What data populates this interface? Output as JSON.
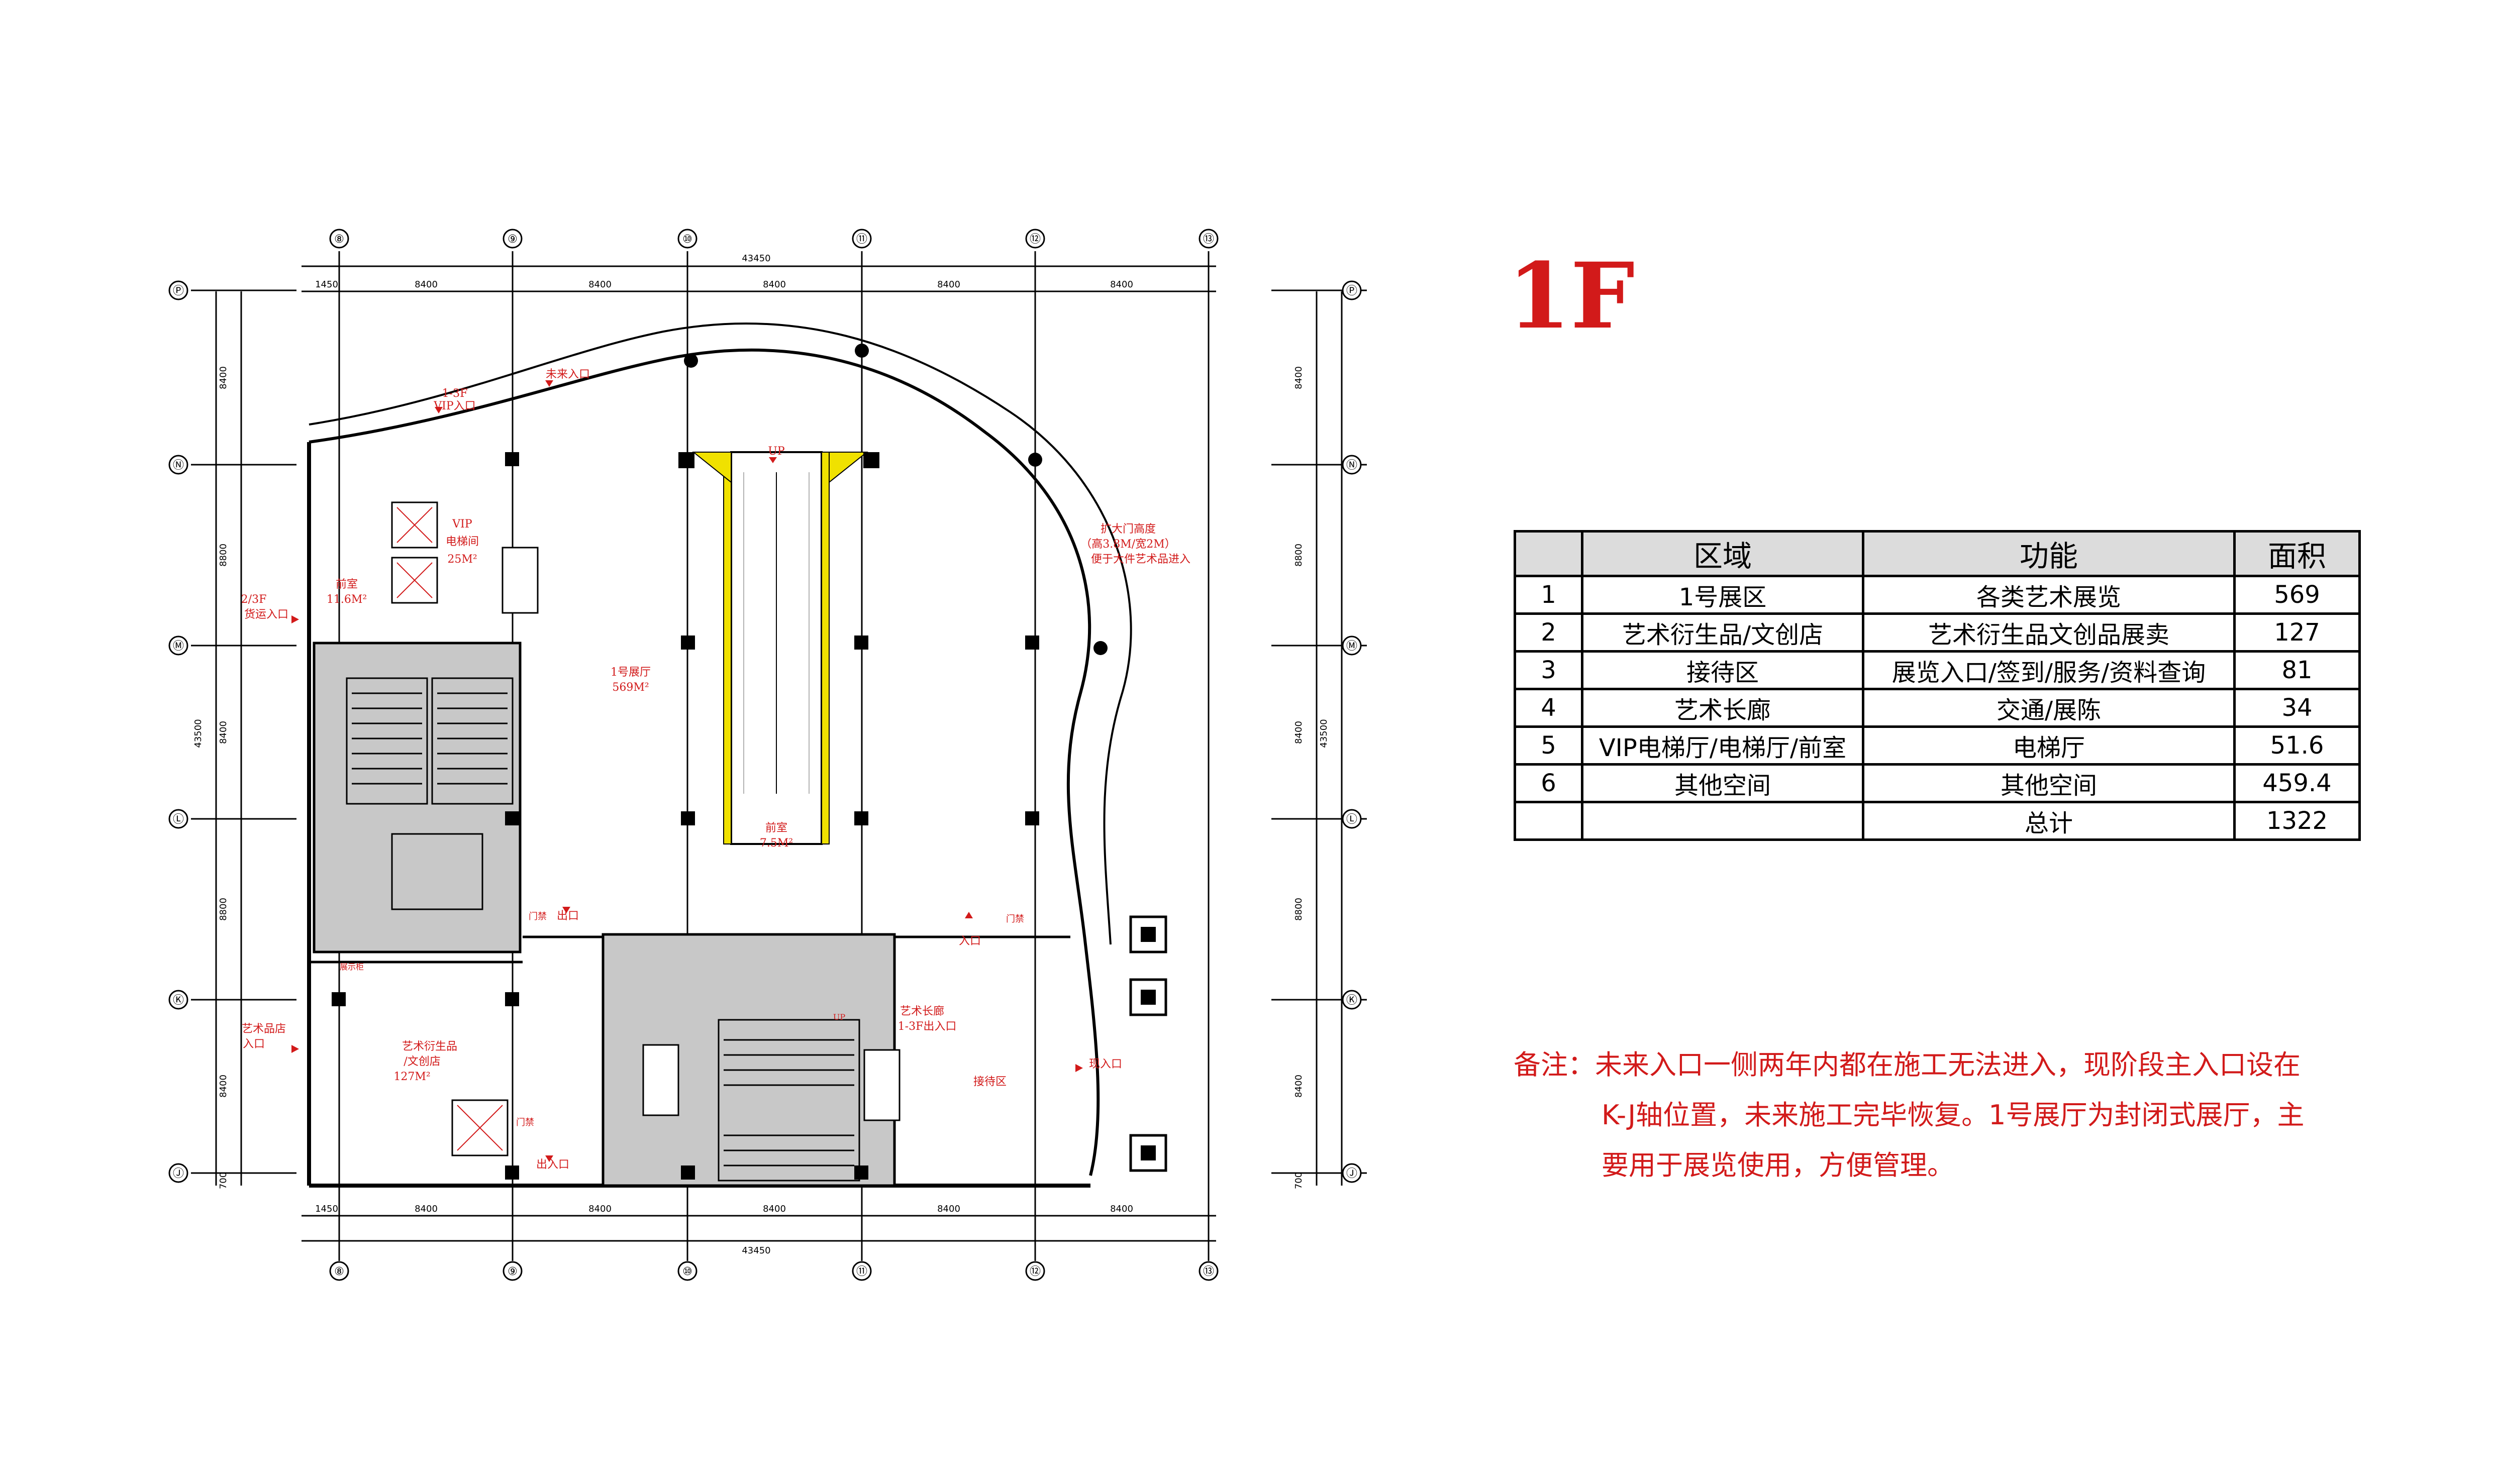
{
  "title": "1F",
  "grid": {
    "columns": [
      "⑧",
      "⑨",
      "⑩",
      "⑪",
      "⑫",
      "⑬"
    ],
    "rows": [
      "Ⓟ",
      "Ⓝ",
      "Ⓜ",
      "Ⓛ",
      "Ⓚ",
      "Ⓙ"
    ],
    "total_width": "43450",
    "total_height": "43500",
    "col_spans": [
      "1450",
      "8400",
      "8400",
      "8400",
      "8400",
      "8400"
    ],
    "row_spans": [
      "8400",
      "8800",
      "8400",
      "8800",
      "8400",
      "700"
    ]
  },
  "plan_labels": {
    "future_entrance": "未来入口",
    "vip_entrance_1": "1-3F",
    "vip_entrance_2": "VIP入口",
    "vip_lift_1": "VIP",
    "vip_lift_2": "电梯间",
    "vip_lift_3": "25M²",
    "front_room_1": "前室",
    "front_room_2": "11.6M²",
    "cargo_1": "2/3F",
    "cargo_2": "货运入口",
    "hall_1": "1号展厅",
    "hall_2": "569M²",
    "escalator_up": "UP",
    "escalator_front_1": "前室",
    "escalator_front_2": "7.5M²",
    "big_door_1": "扩大门高度",
    "big_door_2": "（高3.8M/宽2M）",
    "big_door_3": "便于大件艺术品进入",
    "gate_1": "门禁",
    "exit": "出口",
    "entrance": "入口",
    "gate_2": "门禁",
    "art_entrance_1": "艺术品店",
    "art_entrance_2": "入口",
    "shop_1": "艺术衍生品",
    "shop_2": "/文创店",
    "shop_3": "127M²",
    "corridor_1": "艺术长廊",
    "corridor_2": "1-3F出入口",
    "reception": "接待区",
    "current_entrance": "现入口",
    "gate_3": "门禁",
    "exit_entrance": "出入口",
    "display_wall": "展示柜",
    "up_small": "UP"
  },
  "table": {
    "headers": [
      "",
      "区域",
      "功能",
      "面积"
    ],
    "rows": [
      [
        "1",
        "1号展区",
        "各类艺术展览",
        "569"
      ],
      [
        "2",
        "艺术衍生品/文创店",
        "艺术衍生品文创品展卖",
        "127"
      ],
      [
        "3",
        "接待区",
        "展览入口/签到/服务/资料查询",
        "81"
      ],
      [
        "4",
        "艺术长廊",
        "交通/展陈",
        "34"
      ],
      [
        "5",
        "VIP电梯厅/电梯厅/前室",
        "电梯厅",
        "51.6"
      ],
      [
        "6",
        "其他空间",
        "其他空间",
        "459.4"
      ],
      [
        "",
        "",
        "总计",
        "1322"
      ]
    ]
  },
  "note": {
    "lead": "备注：未来入口一侧两年内都在施工无法进入，现阶段主入口设在",
    "line2": "K-J轴位置，未来施工完毕恢复。1号展厅为封闭式展厅，主",
    "line3": "要用于展览使用，方便管理。"
  },
  "colors": {
    "accent": "#d21a1a",
    "wall": "#000000",
    "shade": "#c8c8c8",
    "escalator": "#f0e100"
  }
}
